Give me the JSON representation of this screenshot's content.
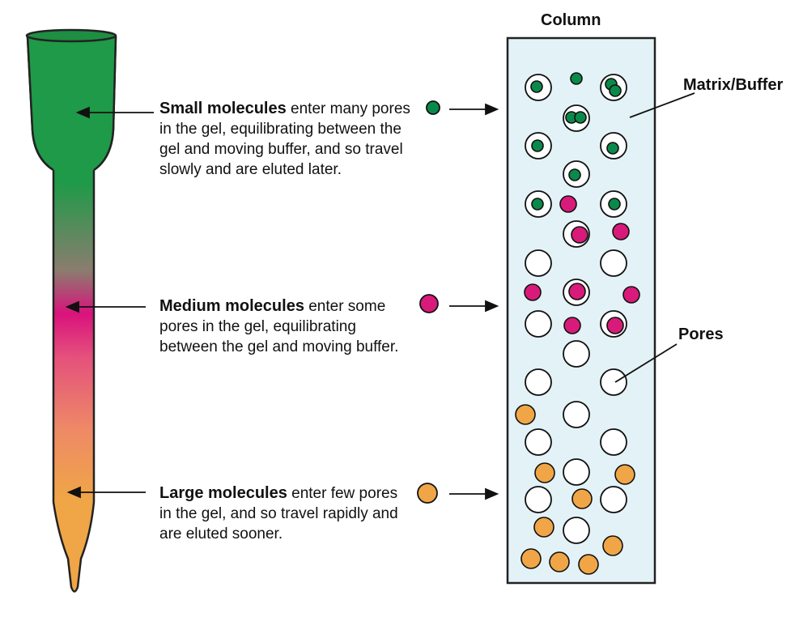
{
  "column_title": "Column",
  "matrix_label": "Matrix/Buffer",
  "pores_label": "Pores",
  "small": {
    "bold": "Small molecules",
    "lines": [
      "enter many pores",
      "in the gel, equilibrating between the",
      "gel and moving buffer, and so travel",
      "slowly and are eluted later."
    ]
  },
  "medium": {
    "bold": "Medium molecules",
    "lines": [
      "enter some",
      "pores in the gel, equilibrating",
      "between the gel and moving buffer."
    ]
  },
  "large": {
    "bold": "Large molecules",
    "lines": [
      "enter few pores",
      "in the gel, and so travel rapidly and",
      "are eluted sooner."
    ]
  },
  "colors": {
    "small": "#0a8a4a",
    "medium": "#d81b7a",
    "large": "#f0a646",
    "matrix": "#e3f2f7",
    "tube_top": "#1f9a48"
  }
}
